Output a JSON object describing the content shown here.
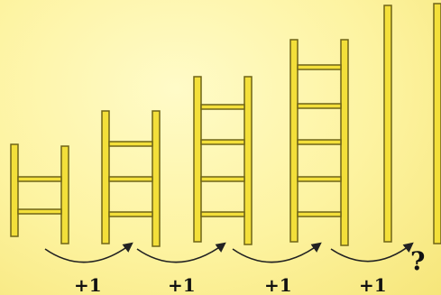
{
  "sequence": {
    "ladders": [
      {
        "rungs": 2
      },
      {
        "rungs": 3
      },
      {
        "rungs": 4
      },
      {
        "rungs": 5
      },
      {
        "rungs": null
      }
    ],
    "step_labels": [
      "+1",
      "+1",
      "+1",
      "+1"
    ],
    "question_mark": "?"
  },
  "colors": {
    "ladder_fill": "#f3df3a",
    "ladder_stroke": "#6f6418",
    "arrow": "#222222",
    "text": "#111111"
  }
}
